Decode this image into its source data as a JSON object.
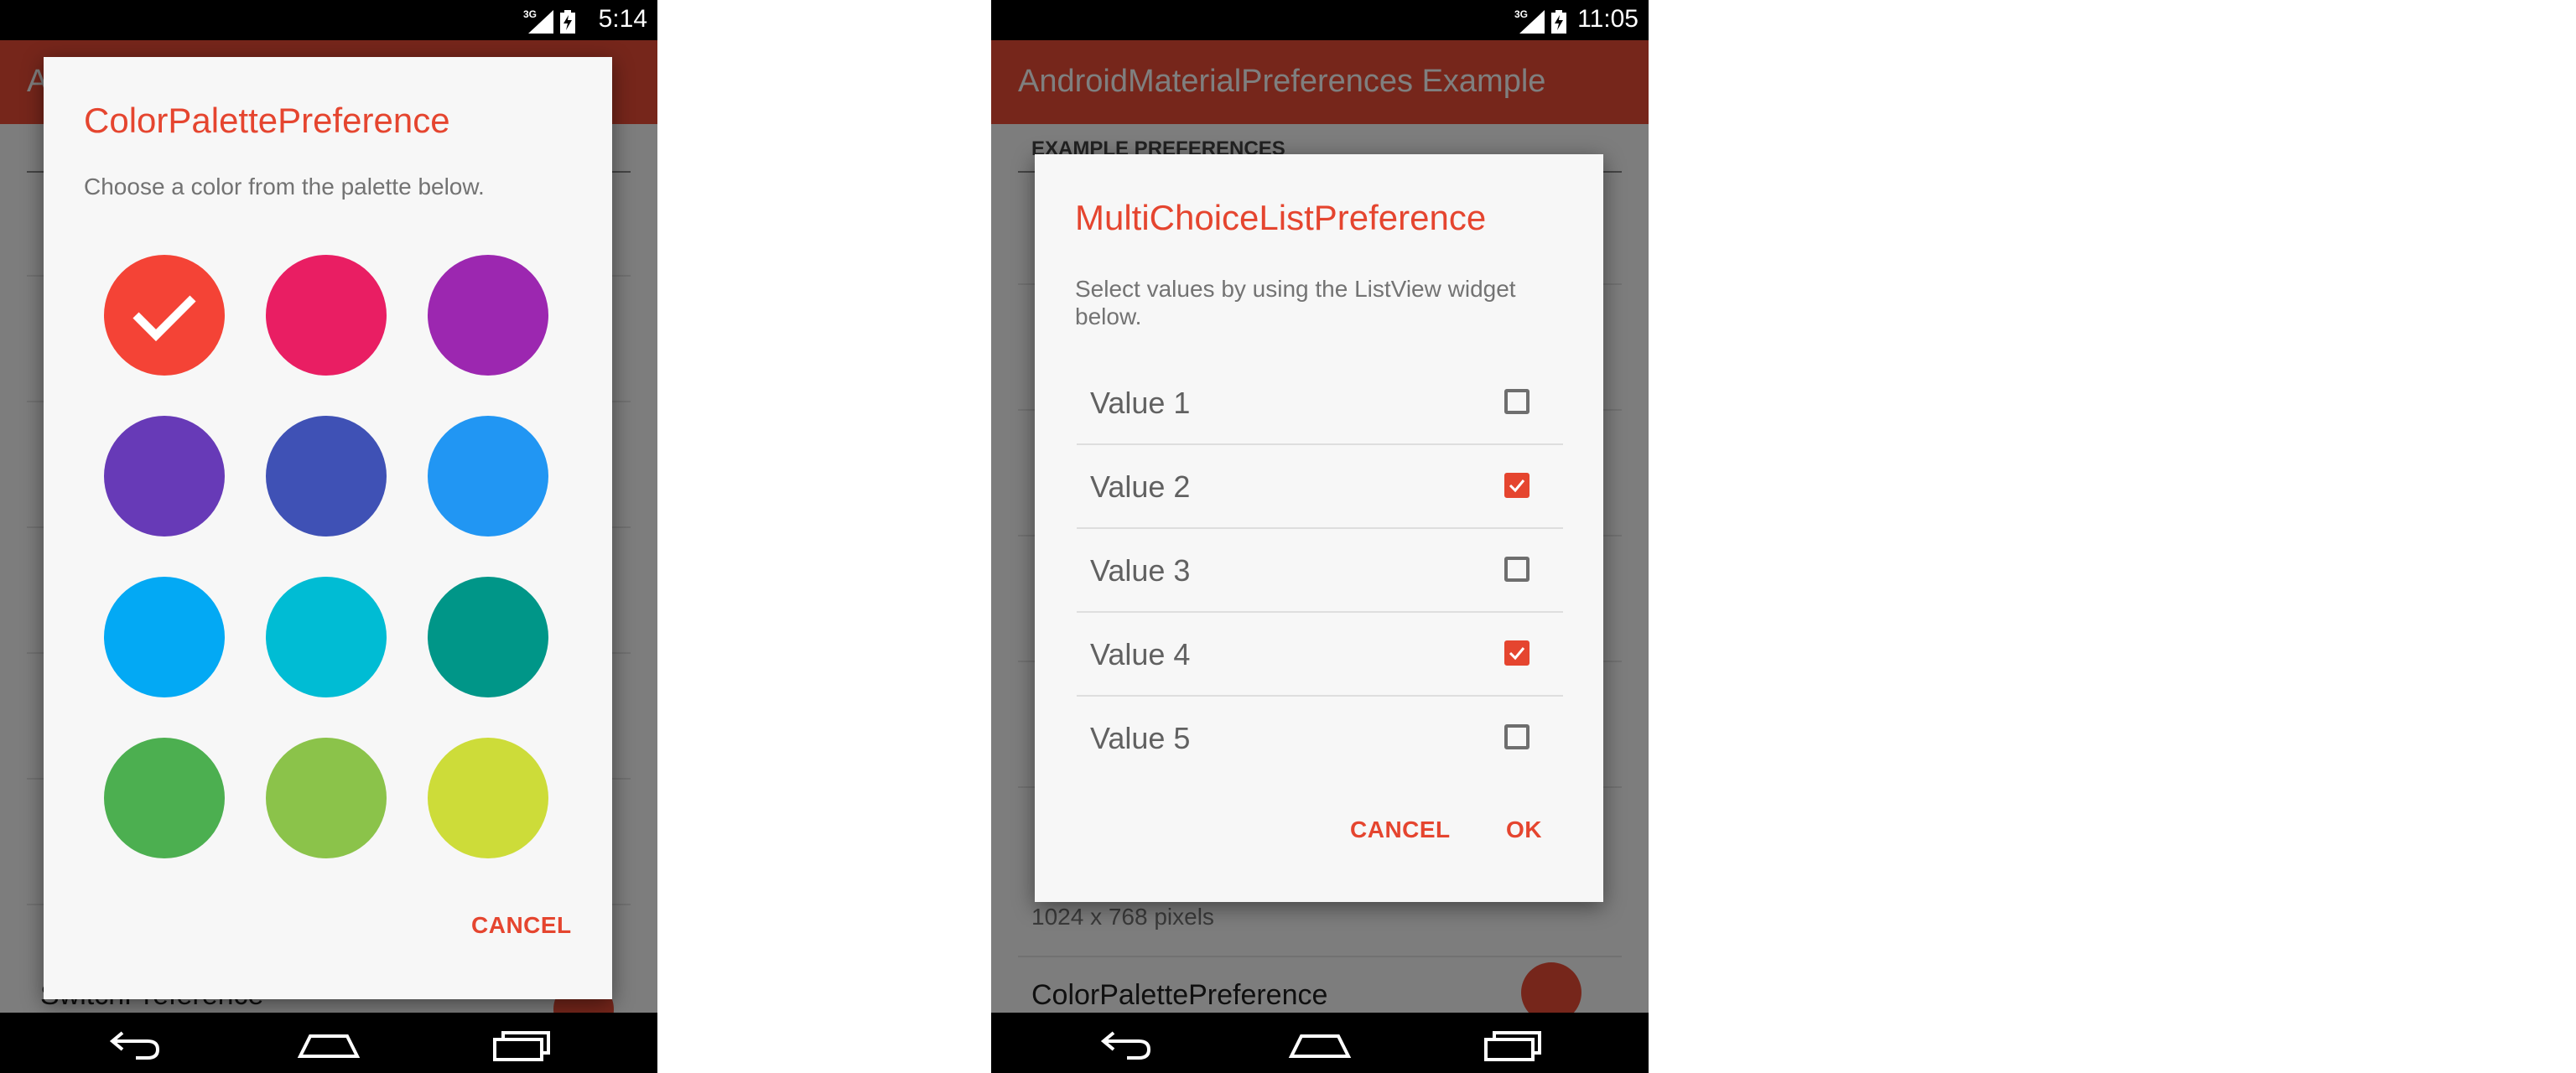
{
  "left_screen": {
    "status_bar": {
      "network": "3G",
      "time": "5:14"
    },
    "app_bar": {
      "title": "A"
    },
    "background": {
      "visible_pref_title": "SwitchPreference"
    },
    "dialog": {
      "title": "ColorPalettePreference",
      "message": "Choose a color from the palette below.",
      "swatches": [
        {
          "color": "#f44336",
          "selected": true
        },
        {
          "color": "#e91e63",
          "selected": false
        },
        {
          "color": "#9c27b0",
          "selected": false
        },
        {
          "color": "#673ab7",
          "selected": false
        },
        {
          "color": "#3f51b5",
          "selected": false
        },
        {
          "color": "#2196f3",
          "selected": false
        },
        {
          "color": "#03a9f4",
          "selected": false
        },
        {
          "color": "#00bcd4",
          "selected": false
        },
        {
          "color": "#009688",
          "selected": false
        },
        {
          "color": "#4caf50",
          "selected": false
        },
        {
          "color": "#8bc34a",
          "selected": false
        },
        {
          "color": "#cddc39",
          "selected": false
        }
      ],
      "cancel_label": "CANCEL"
    }
  },
  "right_screen": {
    "status_bar": {
      "network": "3G",
      "time": "11:05"
    },
    "app_bar": {
      "title": "AndroidMaterialPreferences Example"
    },
    "background": {
      "section_header": "EXAMPLE PREFERENCES",
      "summary_text": "1024 x 768 pixels",
      "visible_pref_title": "ColorPalettePreference"
    },
    "dialog": {
      "title": "MultiChoiceListPreference",
      "message": "Select values by using the ListView widget below.",
      "items": [
        {
          "label": "Value 1",
          "checked": false
        },
        {
          "label": "Value 2",
          "checked": true
        },
        {
          "label": "Value 3",
          "checked": false
        },
        {
          "label": "Value 4",
          "checked": true
        },
        {
          "label": "Value 5",
          "checked": false
        }
      ],
      "cancel_label": "CANCEL",
      "ok_label": "OK"
    }
  },
  "theme": {
    "accent": "#e5452f",
    "primary": "#ec4d37"
  }
}
